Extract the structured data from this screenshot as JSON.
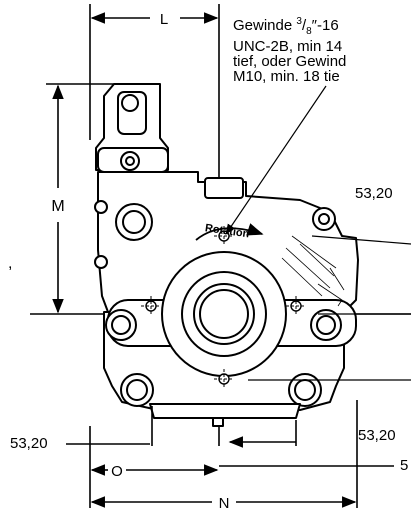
{
  "labels": {
    "L": "L",
    "M": "M",
    "N": "N",
    "O": "O",
    "rotation": "Rotation",
    "comma": ","
  },
  "dims": {
    "right_top": "53,20",
    "left_bottom": "53,20",
    "right_bottom": "53,20",
    "right_edge": "5"
  },
  "note": {
    "line1_pre": "Gewinde ",
    "frac_num": "3",
    "frac_den": "8",
    "line1_post": "″-16",
    "line2": "UNC-2B, min 14",
    "line3": "tief, oder Gewind",
    "line4": "M10, min. 18 tie"
  }
}
